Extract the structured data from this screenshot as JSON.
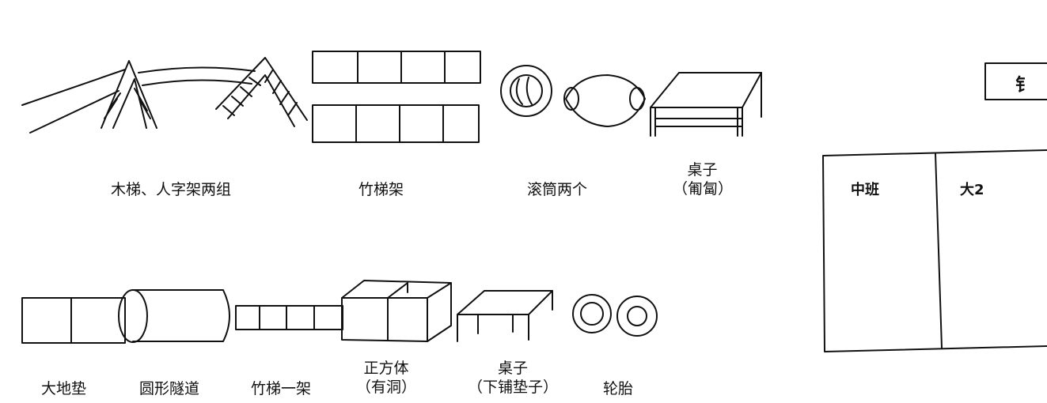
{
  "labels": {
    "wooden_ladder": "木梯、人字架两组",
    "bamboo_ladder_frame": "竹梯架",
    "rollers": "滚筒两个",
    "table_top_line1": "桌子",
    "table_top_line2": "（匍匐）",
    "big_mat": "大地垫",
    "round_tunnel": "圆形隧道",
    "bamboo_ladder_one": "竹梯一架",
    "cube_line1": "正方体",
    "cube_line2": "（有洞）",
    "table_bottom_line1": "桌子",
    "table_bottom_line2": "（下铺垫子）",
    "tires": "轮胎"
  },
  "side_panel": {
    "box_text": "钅",
    "column_1": "中班",
    "column_2": "大2"
  }
}
